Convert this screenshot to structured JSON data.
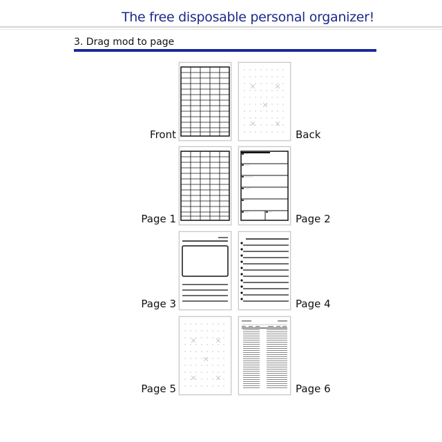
{
  "header": {
    "tagline": "The free disposable personal organizer!"
  },
  "step": {
    "title": "3. Drag mod to page"
  },
  "pages": {
    "front": "Front",
    "back": "Back",
    "page1": "Page 1",
    "page2": "Page 2",
    "page3": "Page 3",
    "page4": "Page 4",
    "page5": "Page 5",
    "page6": "Page 6"
  }
}
